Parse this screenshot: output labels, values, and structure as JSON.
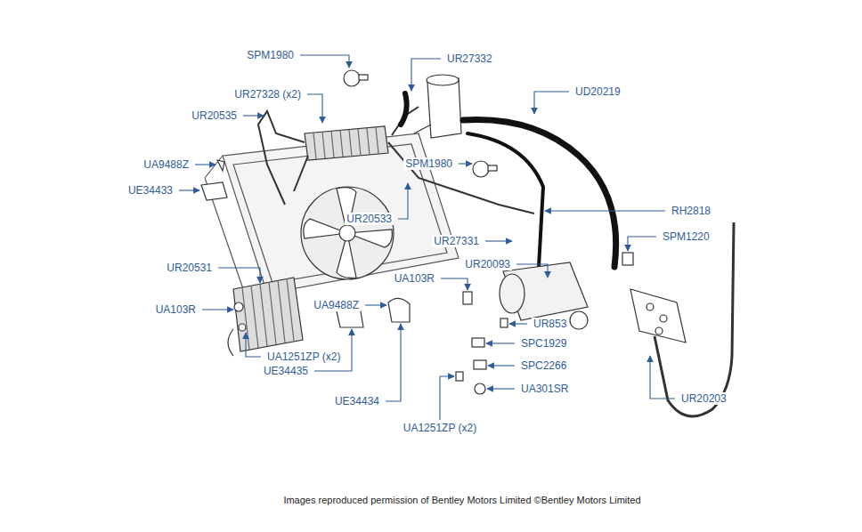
{
  "diagram": {
    "caption": "Images reproduced permission of Bentley Motors Limited ©Bentley Motors Limited",
    "labels": [
      "SPM1980",
      "UR27332",
      "UR27328 (x2)",
      "UR20535",
      "UD20219",
      "UA9488Z",
      "SPM1980",
      "UE34433",
      "RH2818",
      "UR20533",
      "SPM1220",
      "UR27331",
      "UR20093",
      "UR20531",
      "UA103R",
      "UA103R",
      "UA9488Z",
      "UR853",
      "SPC1929",
      "UA1251ZP (x2)",
      "UE34435",
      "SPC2266",
      "UA301SR",
      "UR20203",
      "UE34434",
      "UA1251ZP (x2)"
    ]
  }
}
